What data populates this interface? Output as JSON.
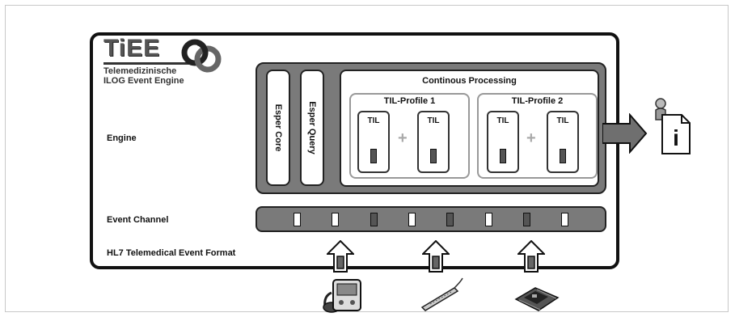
{
  "logo": {
    "word": "TiEE",
    "line1": "Telemedizinische",
    "line2": "ILOG Event Engine",
    "icon": "linked-rings-icon"
  },
  "labels": {
    "engine": "Engine",
    "event_channel": "Event Channel",
    "hl7_format": "HL7 Telemedical Event Format"
  },
  "engine": {
    "esper_core": "Esper Core",
    "esper_query": "Esper Query",
    "processing_title": "Continous Processing",
    "profiles": [
      {
        "title": "TIL-Profile 1",
        "til_left": "TIL",
        "til_right": "TIL",
        "plus": "+"
      },
      {
        "title": "TIL-Profile 2",
        "til_left": "TIL",
        "til_right": "TIL",
        "plus": "+"
      }
    ]
  },
  "channel_events": [
    "light",
    "light",
    "dark",
    "light",
    "dark",
    "light",
    "dark",
    "light"
  ],
  "output": {
    "icon": "info-document-icon",
    "glyph": "i"
  },
  "devices": [
    "blood-pressure-monitor-icon",
    "pen-sensor-icon",
    "circuit-board-icon"
  ],
  "colors": {
    "box_fill": "#7a7a7a",
    "outline": "#111111",
    "slot_dark": "#555555",
    "slot_light": "#ffffff"
  }
}
